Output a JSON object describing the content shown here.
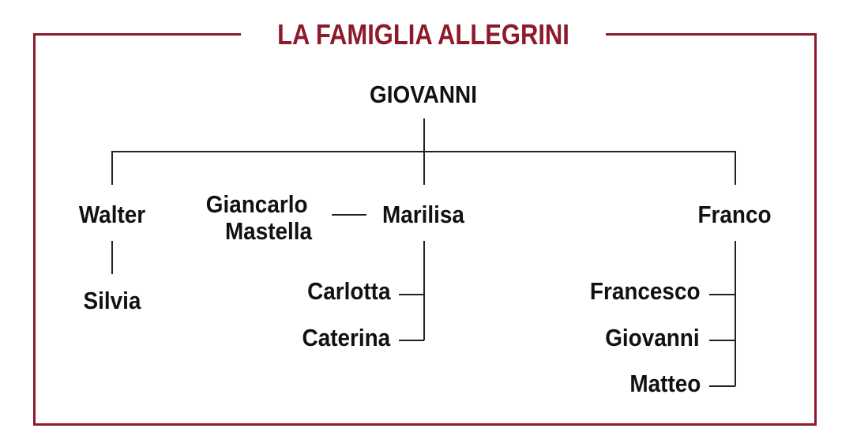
{
  "title": "LA FAMIGLIA ALLEGRINI",
  "colors": {
    "accent": "#8c1a2b",
    "text": "#111111",
    "lines": "#222222"
  },
  "tree": {
    "root": "GIOVANNI",
    "children": [
      {
        "name": "Walter",
        "children": [
          "Silvia"
        ]
      },
      {
        "name": "Marilisa",
        "spouse": [
          "Giancarlo",
          "Mastella"
        ],
        "children": [
          "Carlotta",
          "Caterina"
        ]
      },
      {
        "name": "Franco",
        "children": [
          "Francesco",
          "Giovanni",
          "Matteo"
        ]
      }
    ]
  }
}
